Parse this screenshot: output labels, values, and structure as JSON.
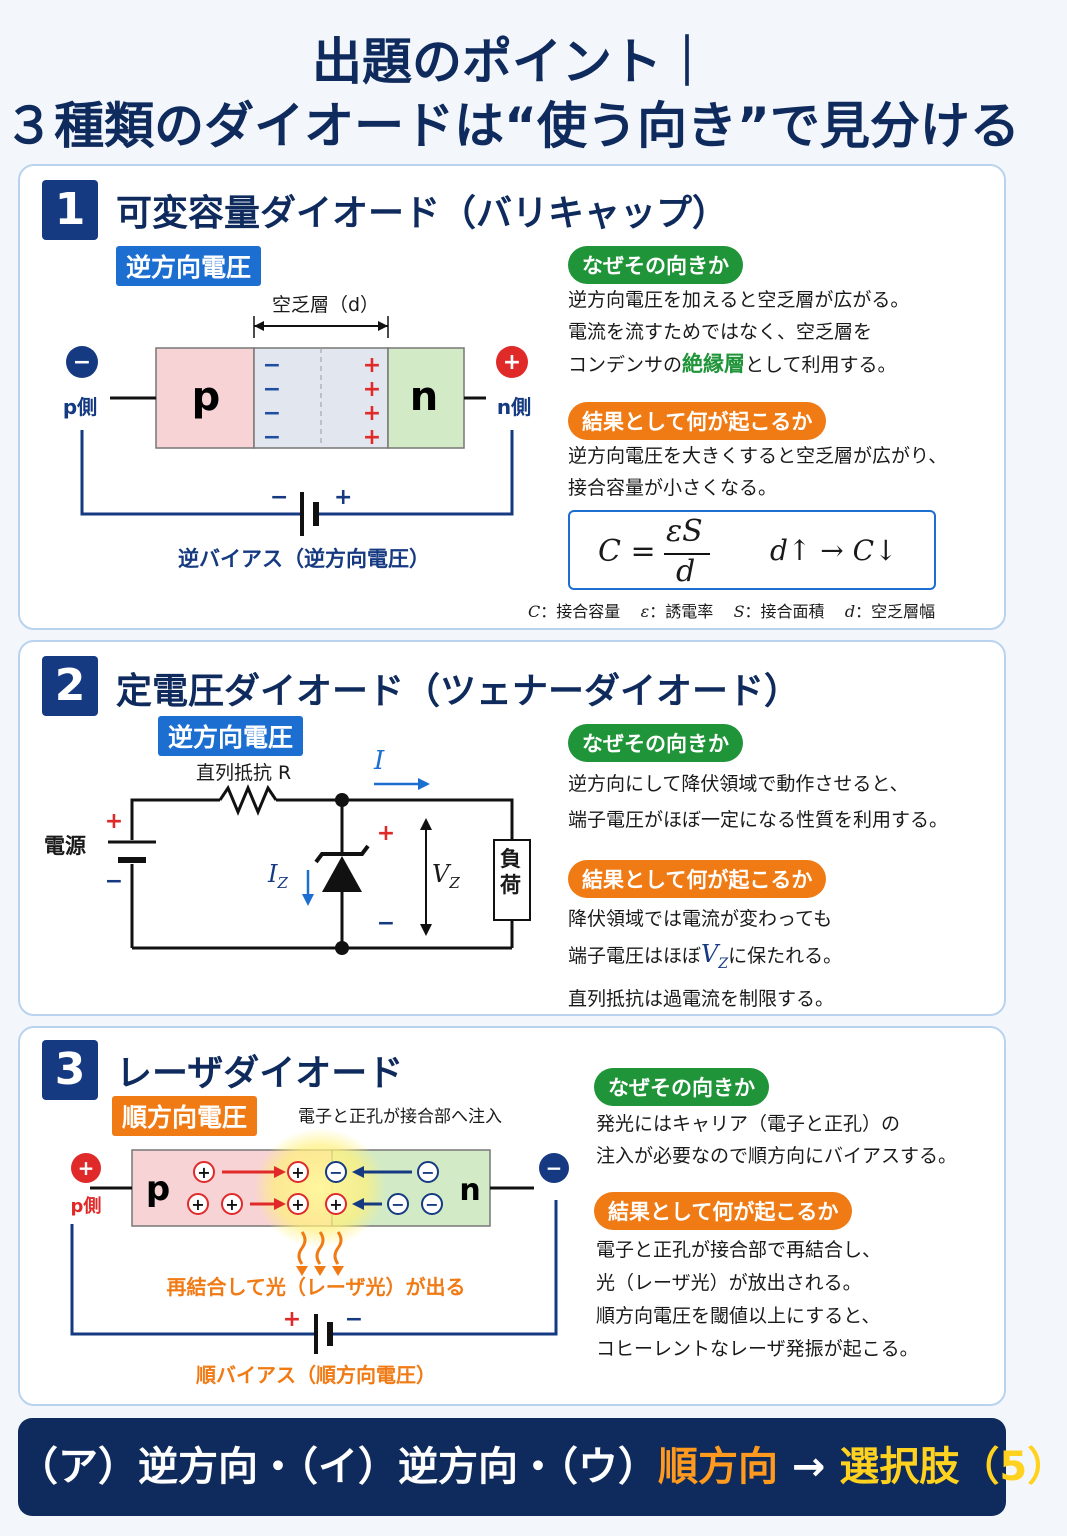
{
  "title": {
    "line1": "出題のポイント｜",
    "line2": "３種類のダイオードは“使う向き”で見分ける"
  },
  "panel1": {
    "number": "1",
    "title": "可変容量ダイオード（バリキャップ）",
    "tag": "逆方向電圧",
    "depletion_label": "空乏層（d）",
    "p_label": "p",
    "n_label": "n",
    "p_side": "p側",
    "n_side": "n側",
    "minus_sign": "−",
    "plus_sign": "+",
    "bias_label": "逆バイアス（逆方向電圧）",
    "why_title": "なぜその向きか",
    "why_lines": [
      "逆方向電圧を加えると空乏層が広がる。",
      "電流を流すためではなく、空乏層を"
    ],
    "why_line3_pre": "コンデンサの",
    "why_line3_hl": "絶縁層",
    "why_line3_post": "として利用する。",
    "result_title": "結果として何が起こるか",
    "result_lines": [
      "逆方向電圧を大きくすると空乏層が広がり、",
      "接合容量が小さくなる。"
    ],
    "formula_lhs": "C =",
    "formula_num": "εS",
    "formula_den": "d",
    "formula_trend": "d↑ → C↓",
    "legend": [
      {
        "sym": "C",
        "desc": "：接合容量"
      },
      {
        "sym": "ε",
        "desc": "：誘電率"
      },
      {
        "sym": "S",
        "desc": "：接合面積"
      },
      {
        "sym": "d",
        "desc": "：空乏層幅"
      }
    ]
  },
  "panel2": {
    "number": "2",
    "title": "定電圧ダイオード（ツェナーダイオード）",
    "tag": "逆方向電圧",
    "resistor_label": "直列抵抗 R",
    "current_label": "I",
    "source_label": "電源",
    "iz_label": "IZ",
    "vz_label": "VZ",
    "load_label": "負荷",
    "why_title": "なぜその向きか",
    "why_lines": [
      "逆方向にして降伏領域で動作させると、",
      "端子電圧がほぼ一定になる性質を利用する。"
    ],
    "result_title": "結果として何が起こるか",
    "result_line1": "降伏領域では電流が変わっても",
    "result_line2_pre": "端子電圧はほぼ",
    "result_line2_var": "VZ",
    "result_line2_post": "に保たれる。",
    "result_line3": "直列抵抗は過電流を制限する。"
  },
  "panel3": {
    "number": "3",
    "title": "レーザダイオード",
    "tag": "順方向電圧",
    "injection_label": "電子と正孔が接合部へ注入",
    "p_label": "p",
    "n_label": "n",
    "p_side": "p側",
    "emission_label": "再結合して光（レーザ光）が出る",
    "bias_label": "順バイアス（順方向電圧）",
    "why_title": "なぜその向きか",
    "why_lines": [
      "発光にはキャリア（電子と正孔）の",
      "注入が必要なので順方向にバイアスする。"
    ],
    "result_title": "結果として何が起こるか",
    "result_lines": [
      "電子と正孔が接合部で再結合し、",
      "光（レーザ光）が放出される。",
      "順方向電圧を閾値以上にすると、",
      "コヒーレントなレーザ発振が起こる。"
    ]
  },
  "answer": {
    "part1": "（ア）逆方向・（イ）逆方向・（ウ）",
    "part2": "順方向",
    "part3": " → ",
    "part4": "選択肢（5）"
  },
  "colors": {
    "navy": "#0f2a5c",
    "blue": "#1c6fd0",
    "green": "#1f9438",
    "orange": "#f07a14",
    "red": "#e02a2a"
  }
}
